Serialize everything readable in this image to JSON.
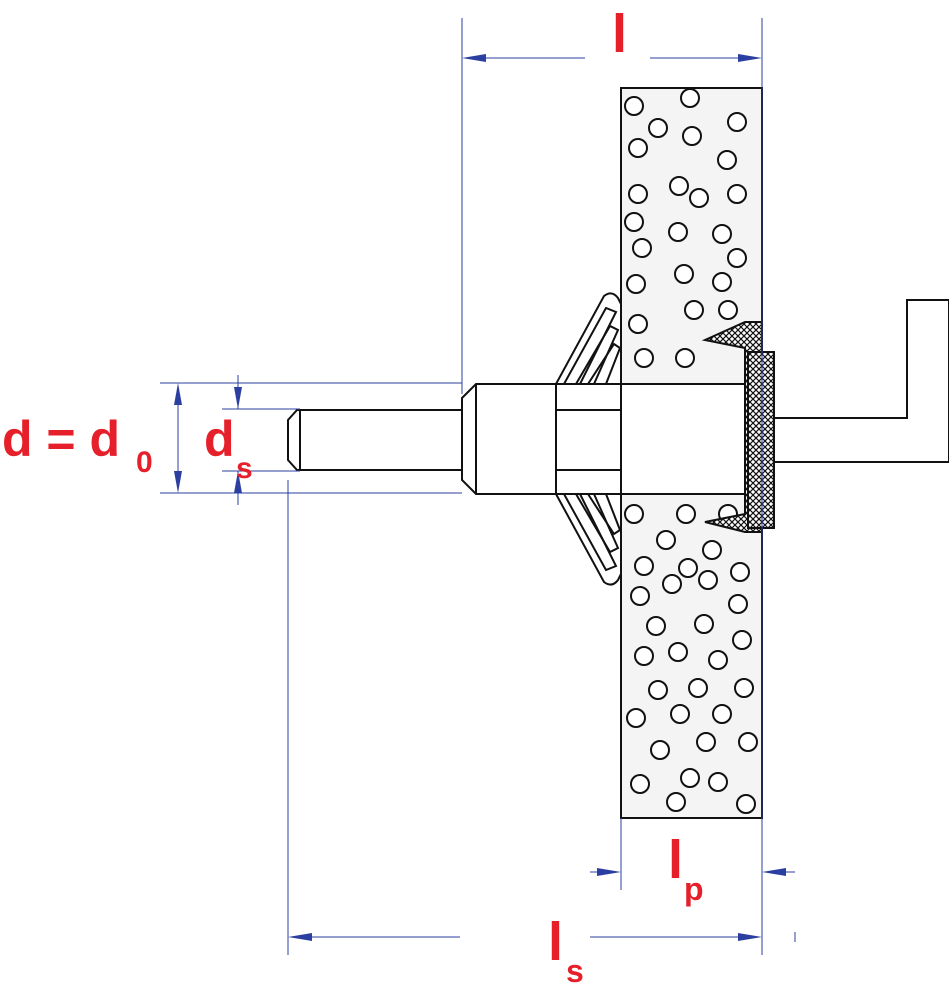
{
  "diagram": {
    "colors": {
      "label": "#e5202a",
      "dimension_line": "#2b3fa0",
      "outline": "#111111",
      "board_fill": "#f4f4f4"
    },
    "labels": {
      "l": "l",
      "d_eq": "d = d",
      "d_eq_sub": "0",
      "ds": "d",
      "ds_sub": "s",
      "lp": "l",
      "lp_sub": "p",
      "ls": "l",
      "ls_sub": "s"
    },
    "components": [
      "board",
      "anchor-sleeve",
      "screw",
      "hook",
      "spreading-wings",
      "cross-hatched-collar"
    ]
  }
}
